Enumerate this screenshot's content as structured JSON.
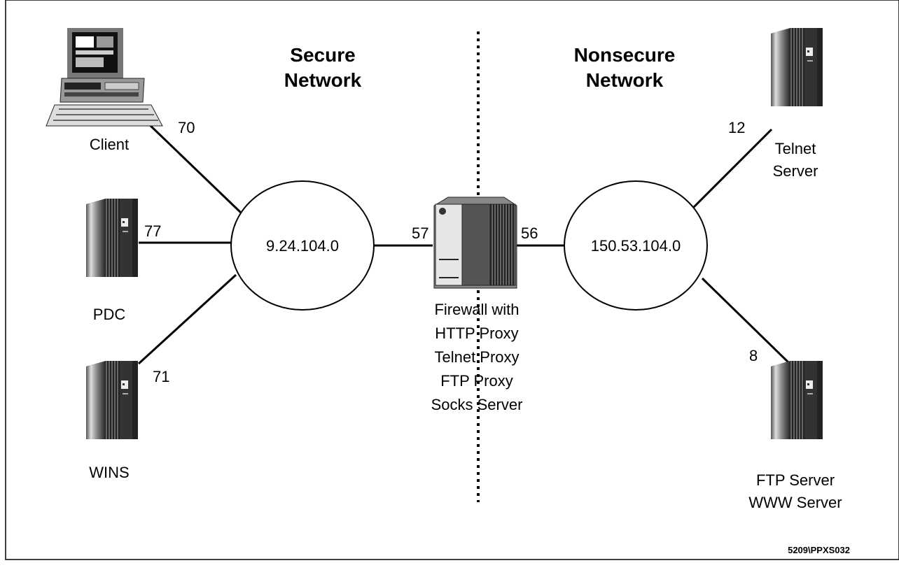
{
  "headers": {
    "secure": [
      "Secure",
      "Network"
    ],
    "nonsecure": [
      "Nonsecure",
      "Network"
    ]
  },
  "networks": {
    "secure": "9.24.104.0",
    "nonsecure": "150.53.104.0"
  },
  "nodes": {
    "client": {
      "label": "Client",
      "port": "70"
    },
    "pdc": {
      "label": "PDC",
      "port": "77"
    },
    "wins": {
      "label": "WINS",
      "port": "71"
    },
    "telnet": {
      "label": [
        "Telnet",
        "Server"
      ],
      "port": "12"
    },
    "ftp": {
      "label": [
        "FTP Server",
        "WWW Server"
      ],
      "port": "8"
    },
    "firewall": {
      "label": [
        "Firewall with",
        "HTTP Proxy",
        "Telnet Proxy",
        "FTP Proxy",
        "Socks Server"
      ],
      "port_secure": "57",
      "port_nonsecure": "56"
    }
  },
  "footer": "5209\\PPXS032"
}
